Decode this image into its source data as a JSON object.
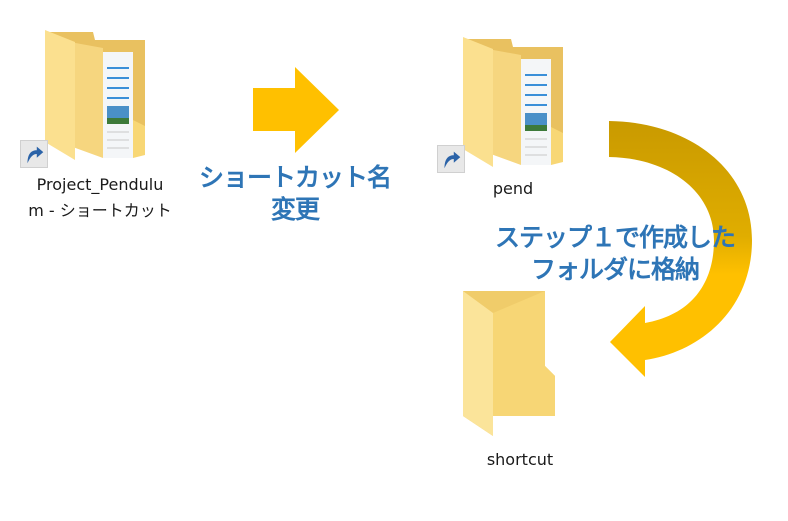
{
  "items": {
    "source_shortcut": {
      "name_line1": "Project_Pendulu",
      "name_line2": "m - ショートカット",
      "icon": "folder-with-documents-icon",
      "overlay": "shortcut-arrow-icon"
    },
    "renamed_shortcut": {
      "name": "pend",
      "icon": "folder-with-documents-icon",
      "overlay": "shortcut-arrow-icon"
    },
    "target_folder": {
      "name": "shortcut",
      "icon": "empty-folder-icon"
    }
  },
  "steps": {
    "rename_line1": "ショートカット名",
    "rename_line2": "変更",
    "move_line1": "ステップ１で作成した",
    "move_line2": "フォルダに格納"
  },
  "colors": {
    "arrow": "#ffc000",
    "arrow_dark": "#c99a00",
    "caption": "#2e75b6",
    "folder": "#f8d775"
  }
}
